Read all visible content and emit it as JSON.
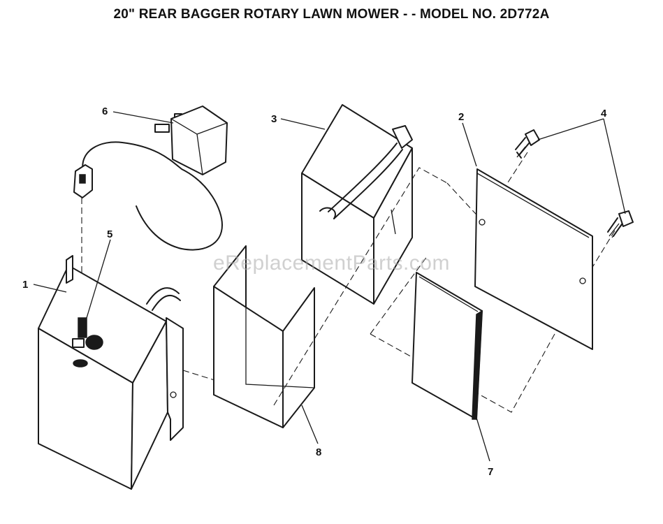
{
  "title": "20\" REAR BAGGER ROTARY LAWN MOWER - - MODEL NO. 2D772A",
  "watermark": "eReplacementParts.com",
  "callouts": [
    {
      "part": "battery-box",
      "label": "1"
    },
    {
      "part": "cover-plate",
      "label": "2"
    },
    {
      "part": "battery",
      "label": "3"
    },
    {
      "part": "screws",
      "label": "4"
    },
    {
      "part": "connector",
      "label": "5"
    },
    {
      "part": "charger",
      "label": "6"
    },
    {
      "part": "pad",
      "label": "7"
    },
    {
      "part": "insulator",
      "label": "8"
    }
  ]
}
